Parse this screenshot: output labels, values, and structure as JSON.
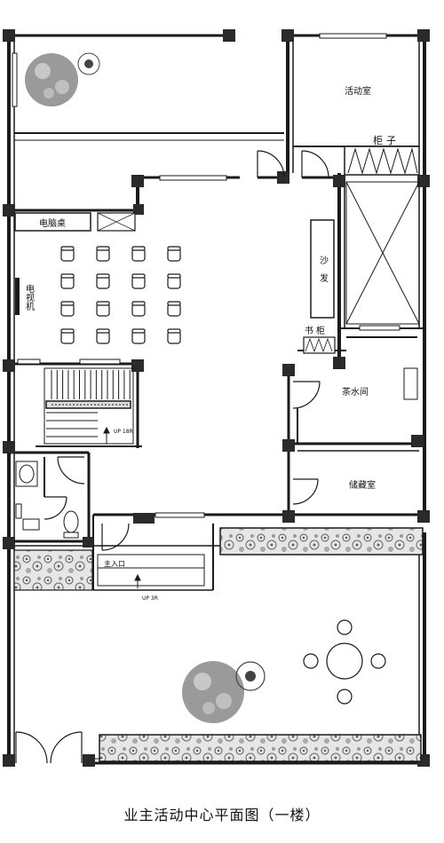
{
  "title": "业主活动中心平面图（一楼）",
  "rooms": {
    "activity_room": "活动室",
    "cabinet": "柜子",
    "computer_desk": "电脑桌",
    "tv": "电视机",
    "sofa": "沙发",
    "bookcase": "书柜",
    "tea_room": "茶水间",
    "storage": "储藏室",
    "main_entrance": "主入口"
  },
  "stairs": {
    "up_18r": "UP 18R",
    "up_3r": "UP 3R"
  },
  "colors": {
    "wall": "#1a1a1a",
    "column": "#2a2a2a",
    "planter": "#8a8a8a",
    "tree": "#9a9a9a"
  }
}
